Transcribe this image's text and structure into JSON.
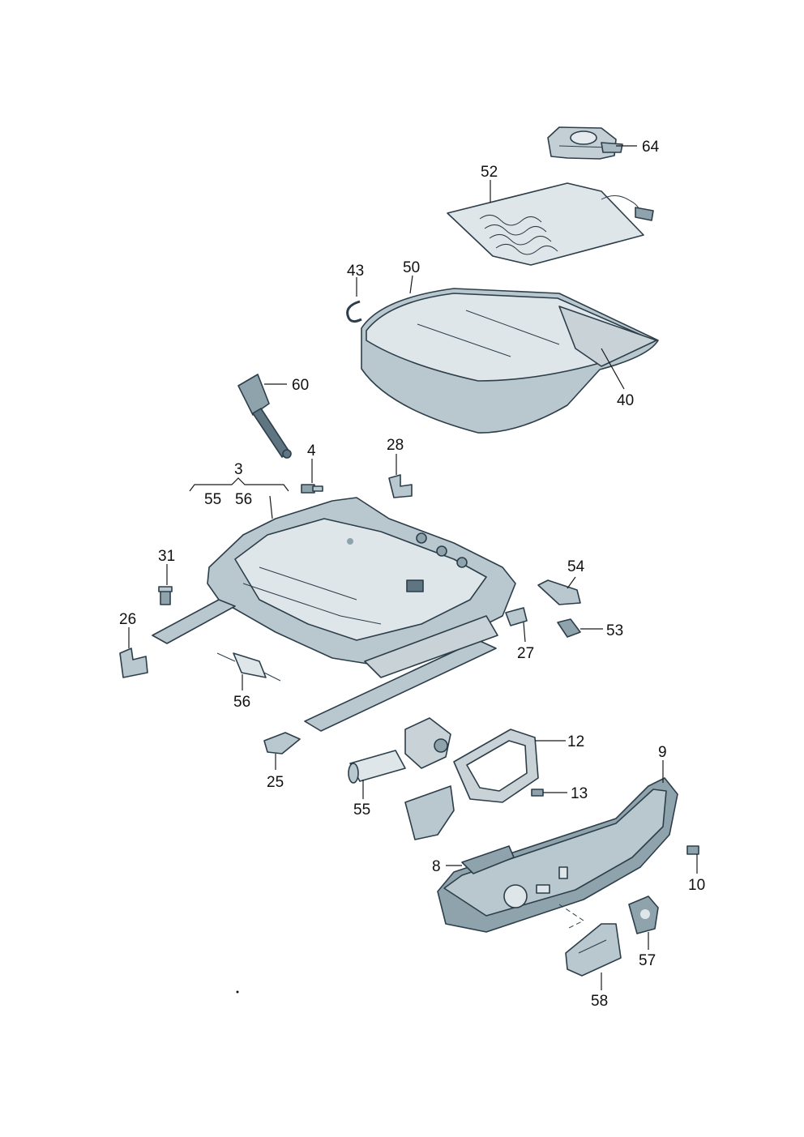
{
  "diagram": {
    "colors": {
      "part_light": "#dfe6ea",
      "part_mid": "#b9c7ce",
      "part_dark": "#8fa3ad",
      "outline": "#2c3e4a",
      "label": "#111111"
    },
    "labels": {
      "p64": "64",
      "p52": "52",
      "p43": "43",
      "p50": "50",
      "p40": "40",
      "p60": "60",
      "p4": "4",
      "p28": "28",
      "p3": "3",
      "p55a": "55",
      "p56a": "56",
      "p31": "31",
      "p26": "26",
      "p54": "54",
      "p53": "53",
      "p27": "27",
      "p56b": "56",
      "p25": "25",
      "p55b": "55",
      "p12": "12",
      "p13": "13",
      "p9": "9",
      "p10": "10",
      "p8": "8",
      "p57": "57",
      "p58": "58"
    }
  }
}
